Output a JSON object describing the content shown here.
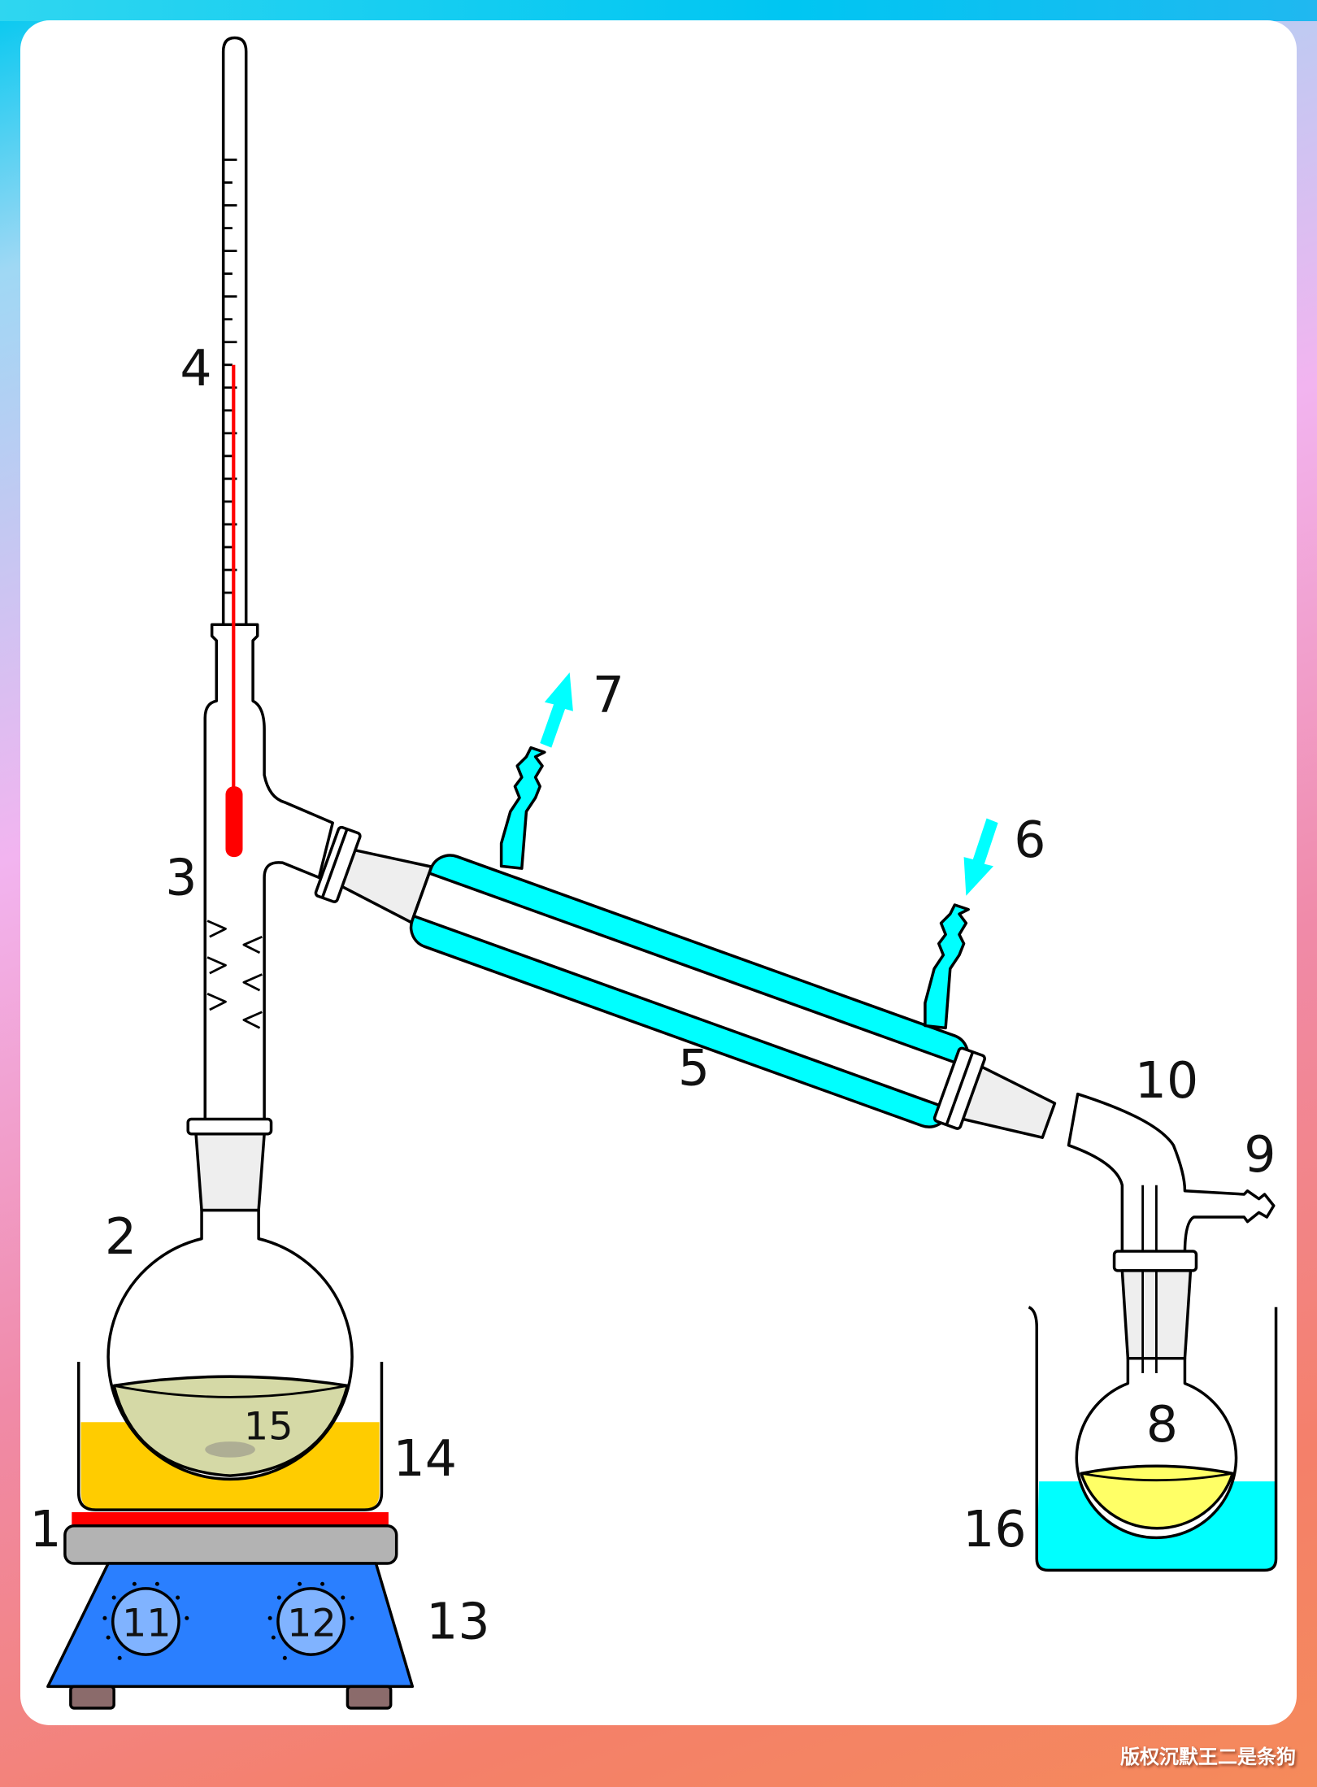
{
  "diagram": {
    "title": "Simple distillation apparatus",
    "labels": {
      "hot_plate": "1",
      "still_pot": "2",
      "still_head": "3",
      "thermometer": "4",
      "condenser": "5",
      "cooling_water_in": "6",
      "cooling_water_out": "7",
      "receiving_flask": "8",
      "vacuum_inlet": "9",
      "receiver_adapter": "10",
      "heat_control": "11",
      "stirrer_speed_control": "12",
      "stirrer_hotplate": "13",
      "heating_bath": "14",
      "stir_bar": "15",
      "cooling_bath": "16"
    },
    "colors": {
      "coolant": "#00ffff",
      "heating_bath": "#ffcc00",
      "still_liquid": "#d5d9a6",
      "distillate": "#ffff66",
      "hotplate_base": "#2a7fff",
      "hot_surface": "#ff0000",
      "thermometer_fluid": "#ff0000"
    }
  },
  "watermark": "版权沉默王二是条狗"
}
